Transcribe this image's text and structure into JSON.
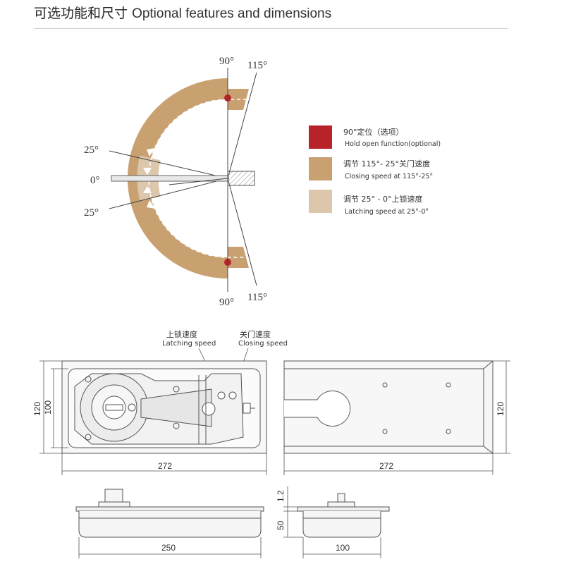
{
  "header": {
    "title_cn": "可选功能和尺寸",
    "title_en": "Optional features and dimensions"
  },
  "angles": {
    "top_90": "90°",
    "top_115": "115°",
    "upper_25": "25°",
    "zero": "0°",
    "lower_25": "25°",
    "bottom_90": "90°",
    "bottom_115": "115°"
  },
  "legend": [
    {
      "color": "#b8232a",
      "cn": "90°定位（选项）",
      "en": "Hold open function(optional)"
    },
    {
      "color": "#c9a070",
      "cn": "调节 115°- 25°关门速度",
      "en": "Closing speed at 115°-25°"
    },
    {
      "color": "#dcc7ad",
      "cn": "调节 25° - 0°上锁速度",
      "en": "Latching speed at 25°-0°"
    }
  ],
  "callouts": {
    "latching_cn": "上锁速度",
    "latching_en": "Latching speed",
    "closing_cn": "关门速度",
    "closing_en": "Closing speed"
  },
  "dimensions": {
    "left_height_outer": "120",
    "left_height_inner": "100",
    "left_width": "272",
    "right_width": "272",
    "right_height": "120",
    "side_left_width": "250",
    "side_top_thickness": "1.2",
    "side_depth": "50",
    "side_right_width": "100"
  },
  "colors": {
    "arc_main": "#c9a070",
    "arc_light": "#dcc7ad",
    "hold_dot": "#b8232a",
    "line": "#444444"
  }
}
